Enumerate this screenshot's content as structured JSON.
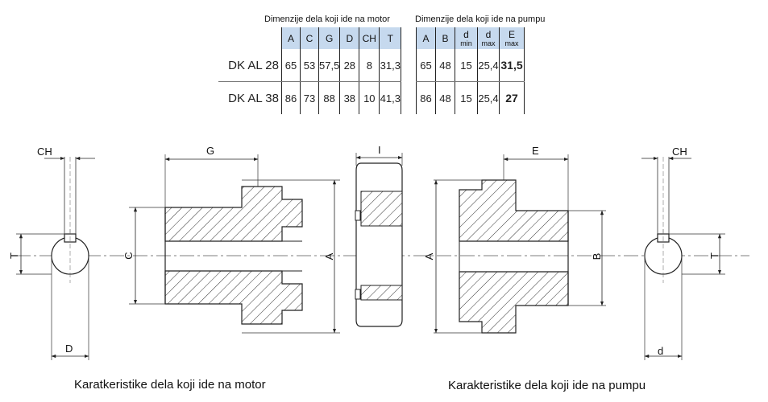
{
  "motor_table": {
    "title": "Dimenzije dela koji ide na motor",
    "headers": [
      "A",
      "C",
      "G",
      "D",
      "CH",
      "T"
    ],
    "rows": [
      {
        "model": "DK AL 28",
        "values": [
          "65",
          "53",
          "57,5",
          "28",
          "8",
          "31,3"
        ]
      },
      {
        "model": "DK AL 38",
        "values": [
          "86",
          "73",
          "88",
          "38",
          "10",
          "41,3"
        ]
      }
    ]
  },
  "pump_table": {
    "title": "Dimenzije dela koji ide na pumpu",
    "headers": [
      {
        "main": "A",
        "sub": ""
      },
      {
        "main": "B",
        "sub": ""
      },
      {
        "main": "d",
        "sub": "min"
      },
      {
        "main": "d",
        "sub": "max"
      },
      {
        "main": "E",
        "sub": "max"
      }
    ],
    "rows": [
      {
        "values": [
          "65",
          "48",
          "15",
          "25,4",
          "31,5"
        ]
      },
      {
        "values": [
          "86",
          "48",
          "15",
          "25,4",
          "27"
        ]
      }
    ]
  },
  "drawing_labels": {
    "ch_left": "CH",
    "t_left": "T",
    "d_left": "D",
    "c": "C",
    "g": "G",
    "a_motor": "A",
    "i": "I",
    "a_pump": "A",
    "e": "E",
    "b": "B",
    "ch_right": "CH",
    "t_right": "T",
    "d_right": "d"
  },
  "captions": {
    "motor": "Karatkeristike dela koji ide na motor",
    "pump": "Karakteristike dela koji ide na pumpu"
  }
}
